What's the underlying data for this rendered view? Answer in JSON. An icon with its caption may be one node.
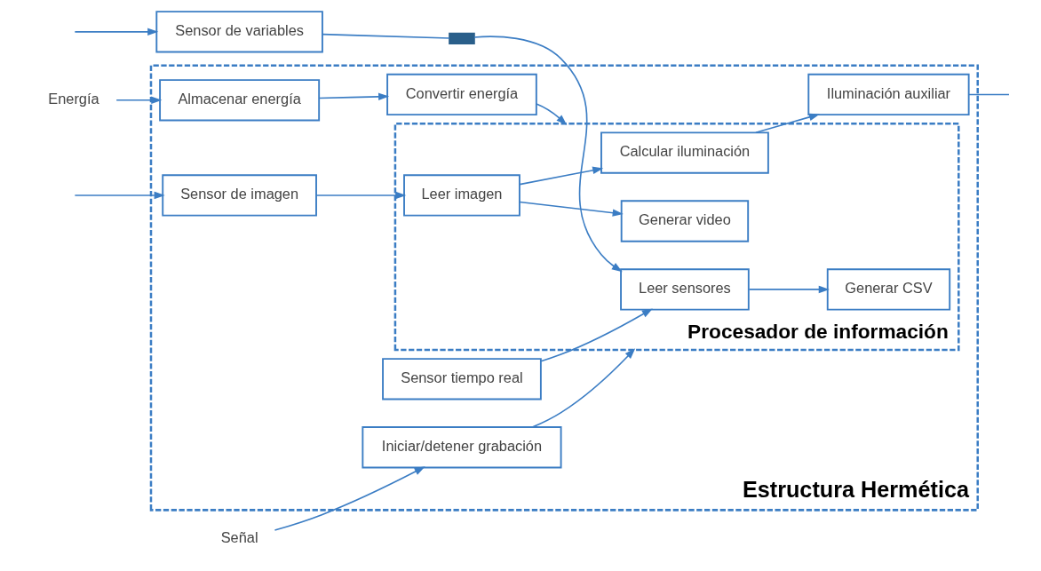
{
  "diagram": {
    "nodes": [
      {
        "text": [
          "Estructura Hermética"
        ]
      },
      {
        "text": [
          "Energía"
        ]
      },
      {
        "text": [
          "Almacenar energía"
        ],
        "in": 0
      },
      {
        "text": [
          "Convertir energía"
        ],
        "in": 0
      },
      {
        "text": [
          "Señal"
        ]
      },
      {
        "text": [
          "Iniciar/detener grabación"
        ],
        "in": 0
      },
      {
        "text": [
          "Procesador de información"
        ],
        "in": 0
      },
      {
        "text": [
          "Sensor de variables"
        ]
      },
      {
        "text": [],
        "shape": "bar"
      },
      {
        "text": [
          "Leer sensores"
        ],
        "in": 6
      },
      {
        "text": [
          "Sensor tiempo real"
        ],
        "in": 0
      },
      {
        "text": [
          "Leer imagen"
        ],
        "in": 6
      },
      {
        "text": [
          "Sensor de imagen"
        ],
        "in": 0
      },
      {
        "text": [
          "Generar CSV"
        ],
        "in": 6
      },
      {
        "text": [
          "Calcular iluminación"
        ],
        "in": 6
      },
      {
        "text": [
          "Generar video"
        ],
        "in": 6
      },
      {
        "text": [
          "Iluminación auxiliar"
        ],
        "in": 0
      }
    ],
    "edges": [
      {
        "from": null,
        "to": 7,
        "arrow": "to"
      },
      {
        "from": 1,
        "to": 2,
        "arrow": "to"
      },
      {
        "from": 2,
        "to": 3,
        "arrow": "to"
      },
      {
        "from": 4,
        "to": 5,
        "arrow": "to"
      },
      {
        "from": 5,
        "to": 6,
        "arrow": "to"
      },
      {
        "from": 3,
        "to": 6,
        "arrow": "to"
      },
      {
        "from": 7,
        "to": 8,
        "arrow": "none"
      },
      {
        "from": 8,
        "to": 9,
        "arrow": "to"
      },
      {
        "from": 10,
        "to": 9,
        "arrow": "to"
      },
      {
        "from": 9,
        "to": 13,
        "arrow": "to"
      },
      {
        "from": null,
        "to": 12,
        "arrow": "to"
      },
      {
        "from": 12,
        "to": 11,
        "arrow": "to"
      },
      {
        "from": 11,
        "to": 14,
        "arrow": "to"
      },
      {
        "from": 11,
        "to": 15,
        "arrow": "to"
      },
      {
        "from": 14,
        "to": 16,
        "arrow": "to"
      },
      {
        "from": 16,
        "to": null,
        "arrow": "none"
      }
    ]
  }
}
